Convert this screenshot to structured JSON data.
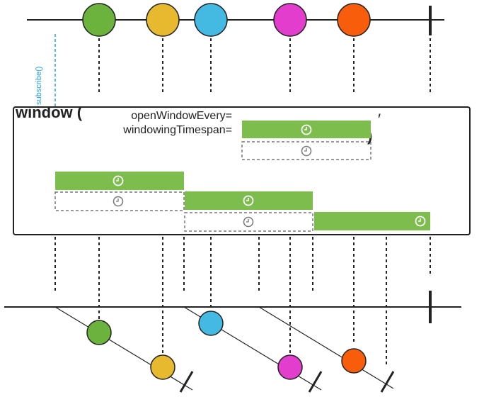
{
  "operator": {
    "name": "window (",
    "param_open": "openWindowEvery=",
    "param_span": "windowingTimespan=",
    "separator": "′",
    "close_paren": ")"
  },
  "subscribe_label": "subscribe()",
  "colors": {
    "green": "#6cb33e",
    "yellow": "#e7b92f",
    "blue": "#44b9e2",
    "magenta": "#e23dcc",
    "orange": "#f85d0c",
    "window_bar": "#7dbd4e",
    "stroke": "#222222"
  },
  "source_emissions": [
    "green",
    "yellow",
    "blue",
    "magenta",
    "orange"
  ],
  "windows": [
    {
      "items": [
        "green",
        "yellow"
      ]
    },
    {
      "items": [
        "blue",
        "magenta"
      ]
    },
    {
      "items": [
        "orange"
      ]
    }
  ],
  "icons": [
    "timer-icon"
  ]
}
